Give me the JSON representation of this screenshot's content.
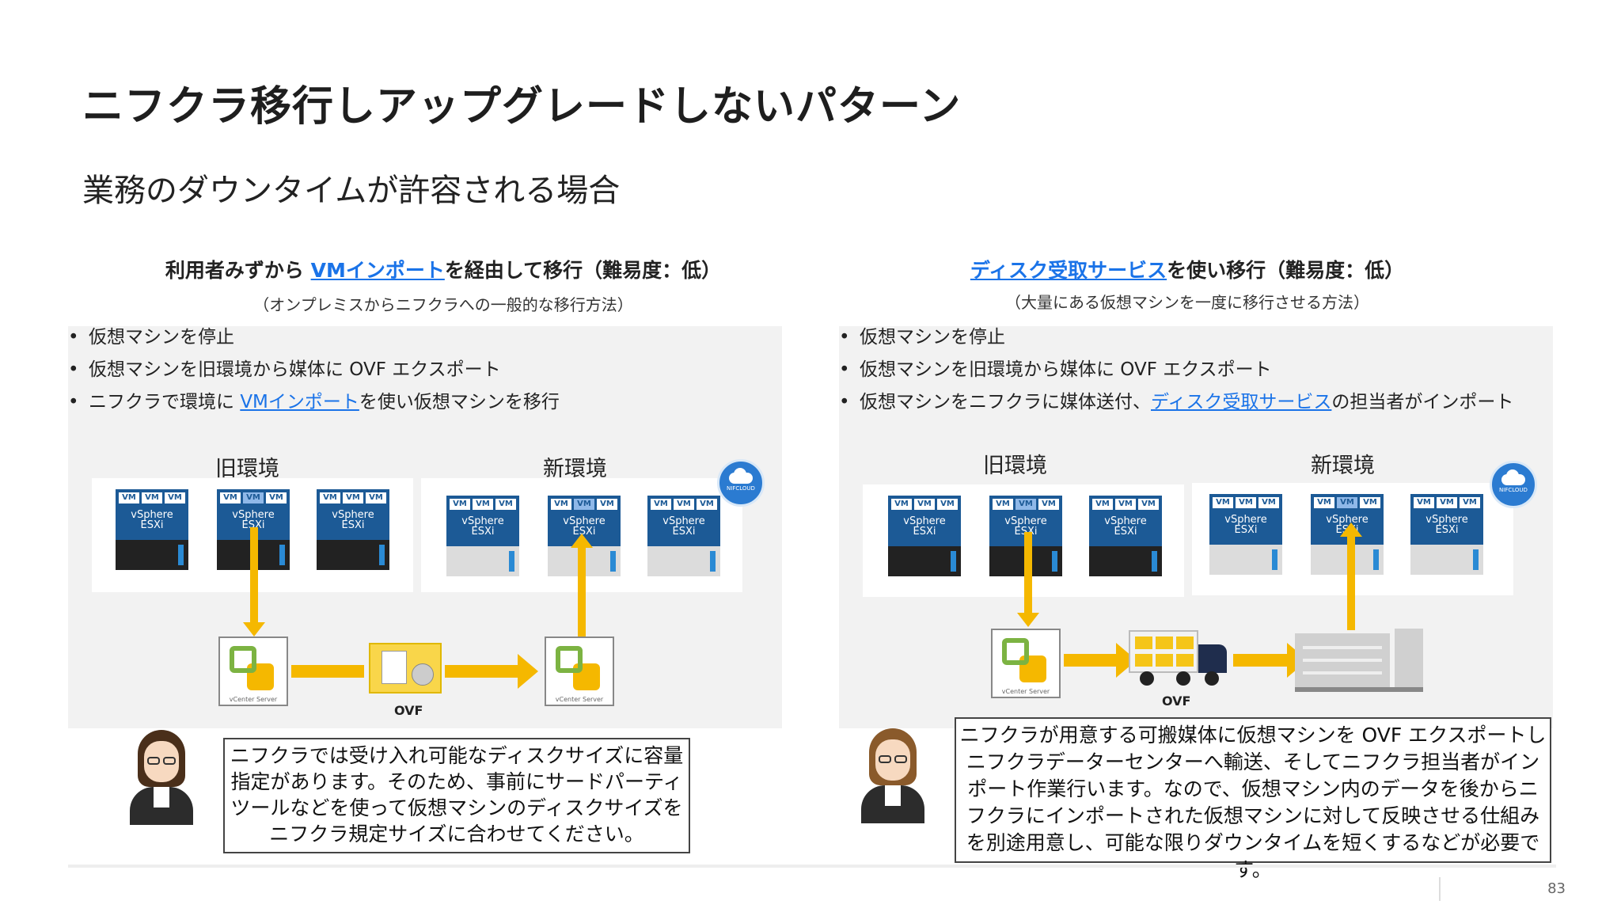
{
  "title": "ニフクラ移行しアップグレードしないパターン",
  "subtitle": "業務のダウンタイムが許容される場合",
  "left": {
    "heading_pre": "利用者みずから ",
    "heading_link": "VMインポート",
    "heading_post": "を経由して移行（難易度：低）",
    "note": "（オンプレミスからニフクラへの一般的な移行方法）",
    "bullets": [
      {
        "text": "仮想マシンを停止"
      },
      {
        "text": "仮想マシンを旧環境から媒体に OVF エクスポート"
      },
      {
        "pre": "ニフクラで環境に ",
        "link": "VMインポート",
        "post": "を使い仮想マシンを移行"
      }
    ],
    "old_env": "旧環境",
    "new_env": "新環境",
    "ovf": "OVF",
    "callout": "ニフクラでは受け入れ可能なディスクサイズに容量指定があります。そのため、事前にサードパーティツールなどを使って仮想マシンのディスクサイズをニフクラ規定サイズに合わせてください。"
  },
  "right": {
    "heading_link": "ディスク受取サービス",
    "heading_post": "を使い移行（難易度：低）",
    "note": "（大量にある仮想マシンを一度に移行させる方法）",
    "bullets": [
      {
        "text": "仮想マシンを停止"
      },
      {
        "text": "仮想マシンを旧環境から媒体に OVF エクスポート"
      },
      {
        "pre": "仮想マシンをニフクラに媒体送付、",
        "link": "ディスク受取サービス",
        "post": "の担当者がインポート"
      }
    ],
    "old_env": "旧環境",
    "new_env": "新環境",
    "ovf": "OVF",
    "callout": "ニフクラが用意する可搬媒体に仮想マシンを OVF エクスポートしニフクラデーターセンターへ輸送、そしてニフクラ担当者がインポート作業行います。なので、仮想マシン内のデータを後からニフクラにインポートされた仮想マシンに対して反映させる仕組みを別途用意し、可能な限りダウンタイムを短くするなどが必要です。"
  },
  "server": {
    "vm": "VM",
    "vsphere": "vSphere",
    "esxi": "ESXi"
  },
  "vcenter_label": "vCenter Server",
  "cloud_label": "NIFCLOUD",
  "page_number": "83",
  "colors": {
    "accent": "#f5b800",
    "link": "#1a73e8",
    "server_blue": "#1c5a96",
    "panel": "#f2f2f2"
  }
}
